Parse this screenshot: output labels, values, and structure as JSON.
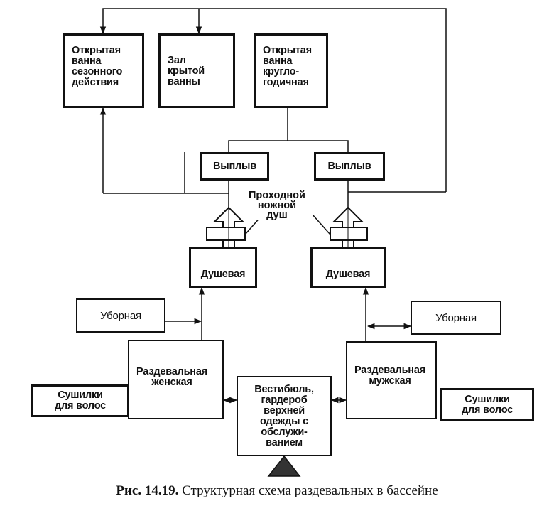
{
  "pools": {
    "seasonal": "Открытая\nванна\nсезонного\nдействия",
    "hall": "Зал\nкрытой\nванны",
    "yearround": "Открытая\nванна\nкругло-\nгодичная"
  },
  "swim_left": "Выплыв",
  "swim_right": "Выплыв",
  "foot_shower": "Проходной\nножной\nдуш",
  "shower_left": "Душевая",
  "shower_right": "Душевая",
  "toilet_left": "Уборная",
  "toilet_right": "Уборная",
  "changing_women": "Раздевальная\nженская",
  "changing_men": "Раздевальная\nмужская",
  "dryers_left": "Сушилки\nдля волос",
  "dryers_right": "Сушилки\nдля волос",
  "lobby": "Вестибюль,\nгардероб\nверхней\nодежды с\nобслужи-\nванием",
  "caption": {
    "number": "Рис. 14.19.",
    "text": "Структурная схема раздевальных в бассейне"
  }
}
